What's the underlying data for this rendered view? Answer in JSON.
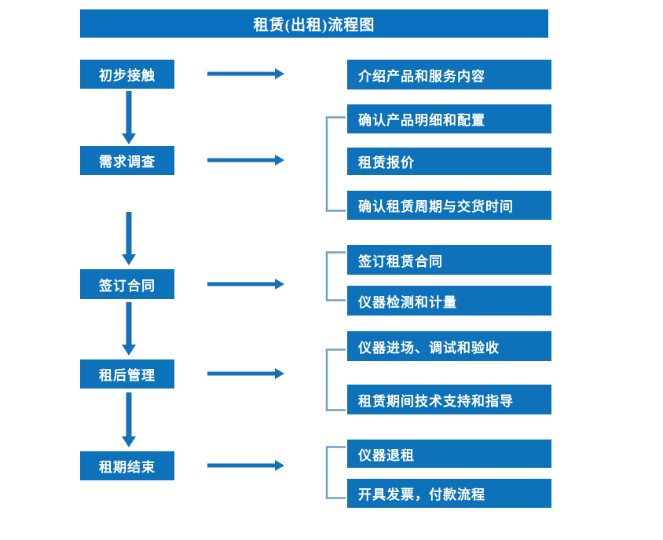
{
  "header": {
    "title": "租赁(出租)流程图"
  },
  "colors": {
    "box_blue": "#0d72ba",
    "title_blue": "#0a6fbc",
    "arrow_blue": "#1470b8",
    "bracket_blue": "#6f9fc8",
    "text_white": "#ffffff",
    "background": "#ffffff"
  },
  "flow": {
    "stages": [
      {
        "label": "初步接触",
        "details": [
          "介绍产品和服务内容"
        ],
        "has_bracket": false
      },
      {
        "label": "需求调查",
        "details": [
          "确认产品明细和配置",
          "租赁报价",
          "确认租赁周期与交货时间"
        ],
        "has_bracket": true
      },
      {
        "label": "签订合同",
        "details": [
          "签订租赁合同",
          "仪器检测和计量"
        ],
        "has_bracket": true
      },
      {
        "label": "租后管理",
        "details": [
          "仪器进场、调试和验收",
          "租赁期间技术支持和指导"
        ],
        "has_bracket": true
      },
      {
        "label": "租期结束",
        "details": [
          "仪器退租",
          "开具发票，付款流程"
        ],
        "has_bracket": true
      }
    ],
    "connector_icons": {
      "vertical": "down-arrow-icon",
      "horizontal": "right-arrow-icon",
      "group": "bracket-icon"
    }
  }
}
